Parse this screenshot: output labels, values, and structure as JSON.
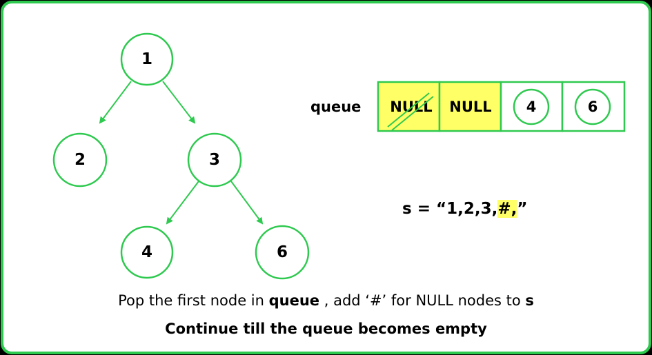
{
  "tree": {
    "nodes": [
      {
        "id": "n1",
        "label": "1"
      },
      {
        "id": "n2",
        "label": "2"
      },
      {
        "id": "n3",
        "label": "3"
      },
      {
        "id": "n4",
        "label": "4"
      },
      {
        "id": "n6",
        "label": "6"
      }
    ]
  },
  "queue": {
    "label": "queue",
    "cells": [
      {
        "text": "NULL",
        "highlighted": true,
        "crossed_out": true,
        "circled": false
      },
      {
        "text": "NULL",
        "highlighted": true,
        "crossed_out": false,
        "circled": false
      },
      {
        "text": "4",
        "highlighted": false,
        "crossed_out": false,
        "circled": true
      },
      {
        "text": "6",
        "highlighted": false,
        "crossed_out": false,
        "circled": true
      }
    ]
  },
  "serialized": {
    "prefix": "s = “1,2,3,",
    "highlight": "#,",
    "suffix": "”"
  },
  "caption": {
    "line1_a": "Pop the first node in ",
    "line1_b": "queue",
    "line1_c": " , add ‘#’ for NULL nodes to ",
    "line1_d": "s",
    "line2": "Continue till the queue becomes empty"
  },
  "colors": {
    "green": "#2ec94f",
    "highlight": "#ffff66",
    "frame_bg": "#ffffff",
    "outer_bg": "#000000"
  }
}
